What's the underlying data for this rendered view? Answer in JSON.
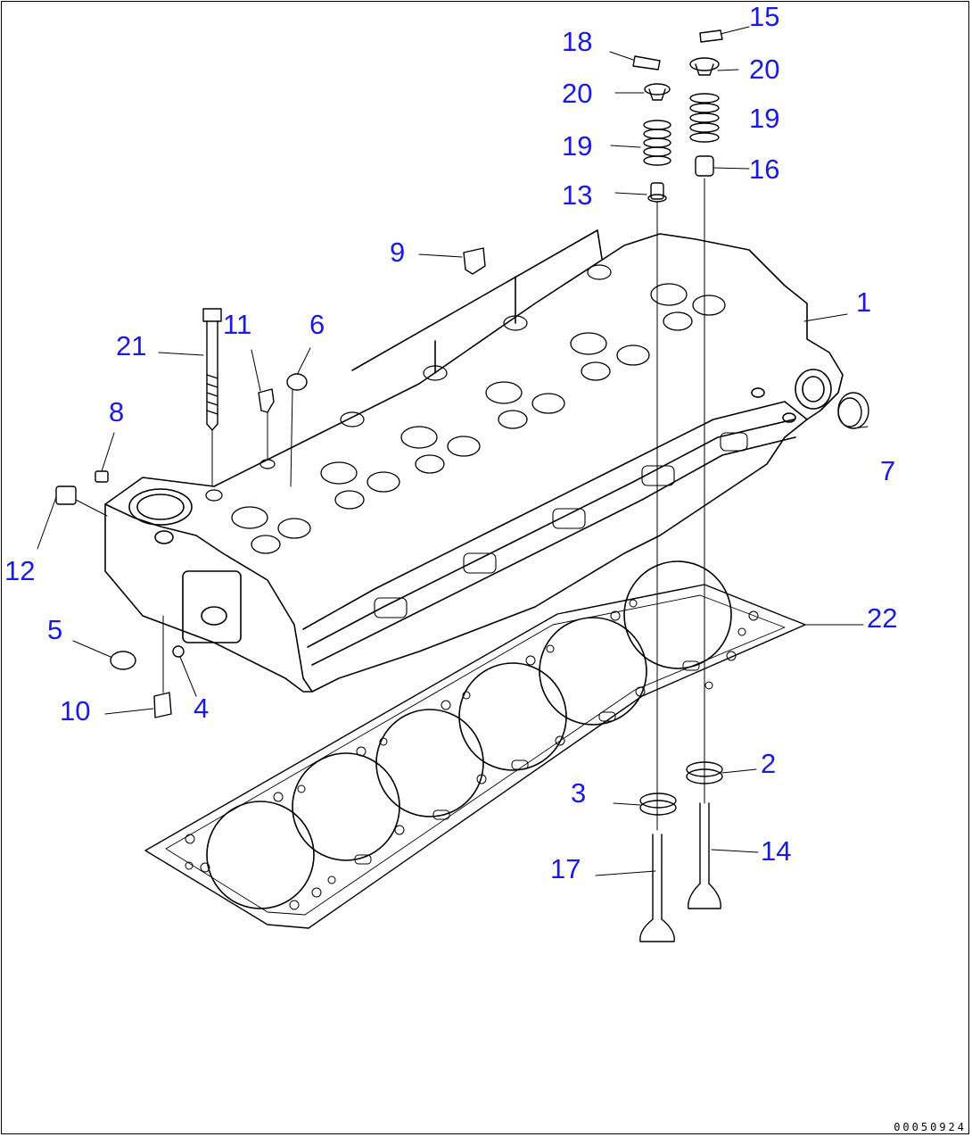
{
  "drawing": {
    "document_number": "00050924",
    "callouts": [
      {
        "id": "c1",
        "label": "1"
      },
      {
        "id": "c2",
        "label": "2"
      },
      {
        "id": "c3",
        "label": "3"
      },
      {
        "id": "c4",
        "label": "4"
      },
      {
        "id": "c5",
        "label": "5"
      },
      {
        "id": "c6",
        "label": "6"
      },
      {
        "id": "c7",
        "label": "7"
      },
      {
        "id": "c8",
        "label": "8"
      },
      {
        "id": "c9",
        "label": "9"
      },
      {
        "id": "c10",
        "label": "10"
      },
      {
        "id": "c11",
        "label": "11"
      },
      {
        "id": "c12",
        "label": "12"
      },
      {
        "id": "c13",
        "label": "13"
      },
      {
        "id": "c14",
        "label": "14"
      },
      {
        "id": "c15",
        "label": "15"
      },
      {
        "id": "c16",
        "label": "16"
      },
      {
        "id": "c17",
        "label": "17"
      },
      {
        "id": "c18",
        "label": "18"
      },
      {
        "id": "c19a",
        "label": "19"
      },
      {
        "id": "c19b",
        "label": "19"
      },
      {
        "id": "c20a",
        "label": "20"
      },
      {
        "id": "c20b",
        "label": "20"
      },
      {
        "id": "c21",
        "label": "21"
      },
      {
        "id": "c22",
        "label": "22"
      }
    ]
  },
  "colors": {
    "callout_text": "#1a1ae6",
    "line_art": "#000000",
    "background": "#ffffff"
  }
}
